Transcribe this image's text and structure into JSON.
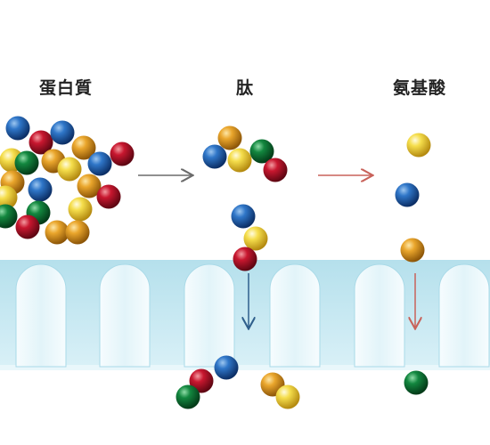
{
  "labels": {
    "protein": "蛋白質",
    "peptide": "肽",
    "amino_acid": "氨基酸"
  },
  "colors": {
    "blue": "#1f5fae",
    "red": "#b3122a",
    "green": "#0f7a3a",
    "yellow": "#f1d33a",
    "orange": "#e7a227",
    "membrane": "#c9eaf3",
    "membrane_edge": "#9fd3e2",
    "villus": "#eef9fc",
    "arrow_gray": "#6b6b6b",
    "arrow_red": "#c8625a"
  }
}
